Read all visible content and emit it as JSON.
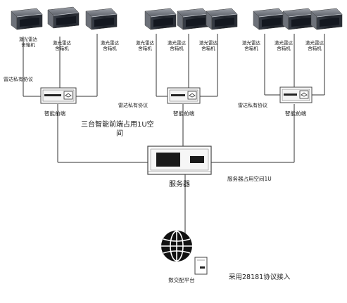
{
  "radar_label_line1": "激光雷达",
  "radar_label_line2": "舍箱机",
  "groups": [
    {
      "protocol_label": "雷达私有协议",
      "frontend_label": "智能前端",
      "radars": [
        {
          "line1": "激光雷达",
          "line2": "舍箱机"
        },
        {
          "line1": "激光雷达",
          "line2": "舍箱机"
        },
        {
          "line1": "激光雷达",
          "line2": "舍箱机"
        }
      ]
    },
    {
      "protocol_label": "雷达私有协议",
      "frontend_label": "智能前端",
      "radars": [
        {
          "line1": "激光雷达",
          "line2": "舍箱机"
        },
        {
          "line1": "激光雷达",
          "line2": "舍箱机"
        },
        {
          "line1": "激光雷达",
          "line2": "舍箱机"
        }
      ]
    },
    {
      "protocol_label": "雷达私有协议",
      "frontend_label": "智能前端",
      "radars": [
        {
          "line1": "激光雷达",
          "line2": "舍箱机"
        },
        {
          "line1": "激光雷达",
          "line2": "舍箱机"
        },
        {
          "line1": "激光雷达",
          "line2": "舍箱机"
        }
      ]
    }
  ],
  "frontend_note_line1": "三台智能前端占用1U空",
  "frontend_note_line2": "间",
  "server_label": "服务器",
  "server_note": "服务器占用空间1U",
  "platform_label": "数交配平台",
  "access_note": "采用28181协议接入"
}
